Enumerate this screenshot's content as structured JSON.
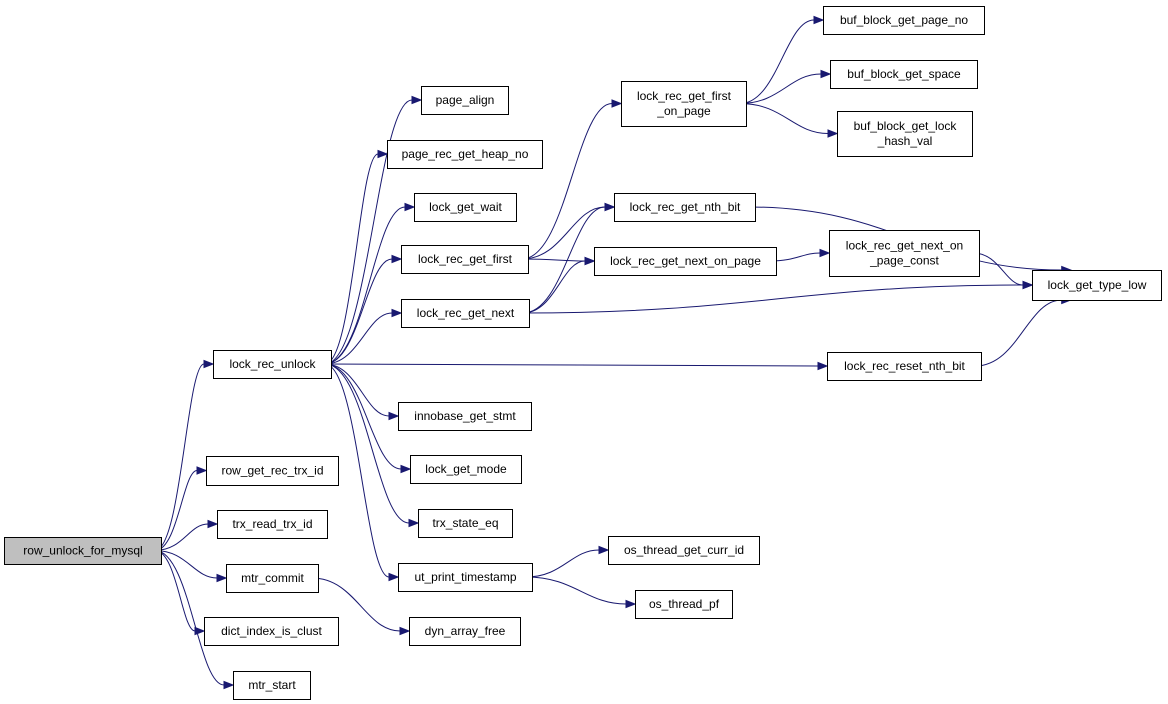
{
  "colors": {
    "edge": "#191970",
    "node_fill": "#ffffff",
    "root_fill": "#bfbfbf",
    "border": "#000000"
  },
  "nodes": {
    "row_unlock_for_mysql": {
      "label": [
        "row_unlock_for_mysql"
      ],
      "root": true
    },
    "lock_rec_unlock": {
      "label": [
        "lock_rec_unlock"
      ]
    },
    "row_get_rec_trx_id": {
      "label": [
        "row_get_rec_trx_id"
      ]
    },
    "trx_read_trx_id": {
      "label": [
        "trx_read_trx_id"
      ]
    },
    "mtr_commit": {
      "label": [
        "mtr_commit"
      ]
    },
    "dict_index_is_clust": {
      "label": [
        "dict_index_is_clust"
      ]
    },
    "mtr_start": {
      "label": [
        "mtr_start"
      ]
    },
    "page_align": {
      "label": [
        "page_align"
      ]
    },
    "page_rec_get_heap_no": {
      "label": [
        "page_rec_get_heap_no"
      ]
    },
    "lock_get_wait": {
      "label": [
        "lock_get_wait"
      ]
    },
    "lock_rec_get_first": {
      "label": [
        "lock_rec_get_first"
      ]
    },
    "lock_rec_get_next": {
      "label": [
        "lock_rec_get_next"
      ]
    },
    "innobase_get_stmt": {
      "label": [
        "innobase_get_stmt"
      ]
    },
    "lock_get_mode": {
      "label": [
        "lock_get_mode"
      ]
    },
    "trx_state_eq": {
      "label": [
        "trx_state_eq"
      ]
    },
    "ut_print_timestamp": {
      "label": [
        "ut_print_timestamp"
      ]
    },
    "dyn_array_free": {
      "label": [
        "dyn_array_free"
      ]
    },
    "lock_rec_get_first_on_page": {
      "label": [
        "lock_rec_get_first",
        "_on_page"
      ]
    },
    "lock_rec_get_nth_bit": {
      "label": [
        "lock_rec_get_nth_bit"
      ]
    },
    "lock_rec_get_next_on_page": {
      "label": [
        "lock_rec_get_next_on_page"
      ]
    },
    "os_thread_get_curr_id": {
      "label": [
        "os_thread_get_curr_id"
      ]
    },
    "os_thread_pf": {
      "label": [
        "os_thread_pf"
      ]
    },
    "buf_block_get_page_no": {
      "label": [
        "buf_block_get_page_no"
      ]
    },
    "buf_block_get_space": {
      "label": [
        "buf_block_get_space"
      ]
    },
    "buf_block_get_lock_hash_val": {
      "label": [
        "buf_block_get_lock",
        "_hash_val"
      ]
    },
    "lock_rec_get_next_on_page_const": {
      "label": [
        "lock_rec_get_next_on",
        "_page_const"
      ]
    },
    "lock_rec_reset_nth_bit": {
      "label": [
        "lock_rec_reset_nth_bit"
      ]
    },
    "lock_get_type_low": {
      "label": [
        "lock_get_type_low"
      ]
    }
  },
  "edges": [
    [
      "row_unlock_for_mysql",
      "lock_rec_unlock"
    ],
    [
      "row_unlock_for_mysql",
      "row_get_rec_trx_id"
    ],
    [
      "row_unlock_for_mysql",
      "trx_read_trx_id"
    ],
    [
      "row_unlock_for_mysql",
      "mtr_commit"
    ],
    [
      "row_unlock_for_mysql",
      "dict_index_is_clust"
    ],
    [
      "row_unlock_for_mysql",
      "mtr_start"
    ],
    [
      "lock_rec_unlock",
      "page_align"
    ],
    [
      "lock_rec_unlock",
      "page_rec_get_heap_no"
    ],
    [
      "lock_rec_unlock",
      "lock_get_wait"
    ],
    [
      "lock_rec_unlock",
      "lock_rec_get_first"
    ],
    [
      "lock_rec_unlock",
      "lock_rec_get_next"
    ],
    [
      "lock_rec_unlock",
      "lock_rec_reset_nth_bit"
    ],
    [
      "lock_rec_unlock",
      "innobase_get_stmt"
    ],
    [
      "lock_rec_unlock",
      "lock_get_mode"
    ],
    [
      "lock_rec_unlock",
      "trx_state_eq"
    ],
    [
      "lock_rec_unlock",
      "ut_print_timestamp"
    ],
    [
      "mtr_commit",
      "dyn_array_free"
    ],
    [
      "lock_rec_get_first",
      "lock_rec_get_first_on_page"
    ],
    [
      "lock_rec_get_first",
      "lock_rec_get_nth_bit"
    ],
    [
      "lock_rec_get_first",
      "lock_rec_get_next_on_page"
    ],
    [
      "lock_rec_get_next",
      "lock_rec_get_nth_bit"
    ],
    [
      "lock_rec_get_next",
      "lock_rec_get_next_on_page"
    ],
    [
      "lock_rec_get_next",
      "lock_get_type_low"
    ],
    [
      "ut_print_timestamp",
      "os_thread_get_curr_id"
    ],
    [
      "ut_print_timestamp",
      "os_thread_pf"
    ],
    [
      "lock_rec_get_first_on_page",
      "buf_block_get_page_no"
    ],
    [
      "lock_rec_get_first_on_page",
      "buf_block_get_space"
    ],
    [
      "lock_rec_get_first_on_page",
      "buf_block_get_lock_hash_val"
    ],
    [
      "lock_rec_get_nth_bit",
      "lock_get_type_low"
    ],
    [
      "lock_rec_get_next_on_page",
      "lock_rec_get_next_on_page_const"
    ],
    [
      "lock_rec_get_next_on_page_const",
      "lock_get_type_low"
    ],
    [
      "lock_rec_reset_nth_bit",
      "lock_get_type_low"
    ]
  ]
}
